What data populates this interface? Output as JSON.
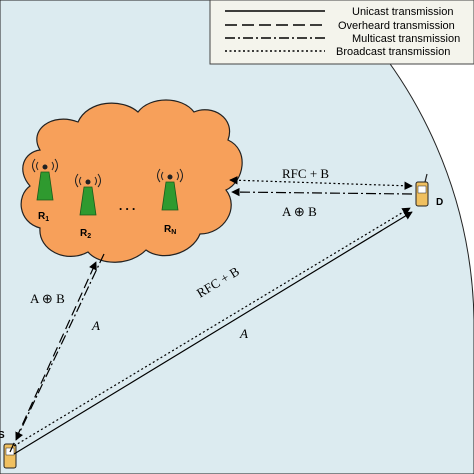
{
  "legend": [
    {
      "label": "Unicast transmission",
      "style": "solid"
    },
    {
      "label": "Overheard transmission",
      "style": "dashed"
    },
    {
      "label": "Multicast transmission",
      "style": "dashdot"
    },
    {
      "label": "Broadcast transmission",
      "style": "dotted"
    }
  ],
  "nodes": {
    "source": "S",
    "destination": "D",
    "relays": [
      {
        "name": "R",
        "sub": "1"
      },
      {
        "name": "R",
        "sub": "2"
      },
      {
        "name": "R",
        "sub": "N"
      }
    ],
    "ellipsis": ". . ."
  },
  "links": {
    "cloud_to_dest": "RFC + B",
    "dest_to_cloud": "A ⊕ B",
    "source_to_dest_upper": "RFC + B",
    "source_to_dest_lower": "A",
    "cloud_to_source": "A ⊕ B",
    "source_to_cloud": "A"
  },
  "colors": {
    "region": "#dcebf0",
    "cloud": "#f7a05a",
    "relay": "#2f9a2f"
  }
}
